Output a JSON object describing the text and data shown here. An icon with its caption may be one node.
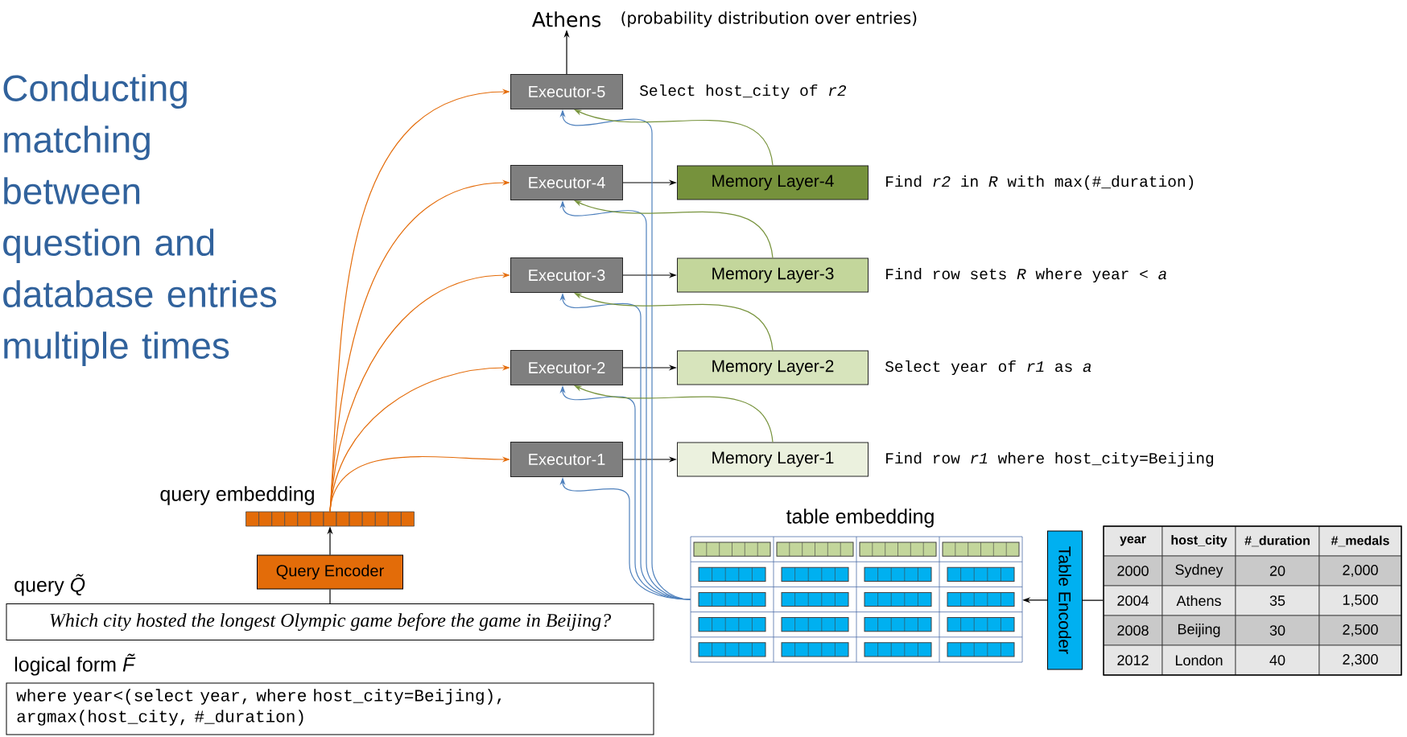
{
  "diagram": {
    "nodes": [
      {
        "text": [
          "Athens"
        ],
        "beside": [
          "(probability distribution over entries)"
        ]
      },
      {
        "text": [
          "Executor-5"
        ],
        "beside": [
          "Select host_city of *r2*"
        ]
      },
      {
        "text": [
          "Executor-4"
        ]
      },
      {
        "text": [
          "Memory Layer-4"
        ],
        "beside": [
          "Find *r2* in *R* with max(#_duration)"
        ]
      },
      {
        "text": [
          "Executor-3"
        ]
      },
      {
        "text": [
          "Memory Layer-3"
        ],
        "beside": [
          "Find row sets *R* where year < *a*"
        ]
      },
      {
        "text": [
          "Executor-2"
        ]
      },
      {
        "text": [
          "Memory Layer-2"
        ],
        "beside": [
          "Select year of *r1* as *a*"
        ]
      },
      {
        "text": [
          "Executor-1"
        ]
      },
      {
        "text": [
          "Memory Layer-1"
        ],
        "beside": [
          "Find row *r1* where host_city=Beijing"
        ]
      },
      {
        "text": [
          "query embedding"
        ]
      },
      {
        "text": [
          "table embedding"
        ]
      },
      {
        "text": [
          "Query Encoder"
        ]
      },
      {
        "text": [
          "Table Encoder"
        ]
      },
      {
        "text": [],
        "shape": "table"
      },
      {
        "text": [
          "query *Q̃*",
          "Which city hosted the longest Olympic game before the game in Beijing?"
        ]
      },
      {
        "text": [
          "logical form *F̃*",
          "where year<(select year, where host_city=Beijing), argmax(host_city, #_duration)"
        ]
      }
    ],
    "edges": [
      {
        "from": 1,
        "to": 0,
        "arrow": "to"
      },
      {
        "from": 2,
        "to": 3,
        "arrow": "to"
      },
      {
        "from": 4,
        "to": 5,
        "arrow": "to"
      },
      {
        "from": 6,
        "to": 7,
        "arrow": "to"
      },
      {
        "from": 8,
        "to": 9,
        "arrow": "to"
      },
      {
        "from": 10,
        "to": 1,
        "arrow": "to",
        "color": "#e46c0a"
      },
      {
        "from": 10,
        "to": 2,
        "arrow": "to",
        "color": "#e46c0a"
      },
      {
        "from": 10,
        "to": 4,
        "arrow": "to",
        "color": "#e46c0a"
      },
      {
        "from": 10,
        "to": 6,
        "arrow": "to",
        "color": "#e46c0a"
      },
      {
        "from": 10,
        "to": 8,
        "arrow": "to",
        "color": "#e46c0a"
      },
      {
        "from": 11,
        "to": 8,
        "arrow": "to",
        "color": "#4f81bd"
      },
      {
        "from": 11,
        "to": 6,
        "arrow": "to",
        "color": "#4f81bd"
      },
      {
        "from": 11,
        "to": 4,
        "arrow": "to",
        "color": "#4f81bd"
      },
      {
        "from": 11,
        "to": 2,
        "arrow": "to",
        "color": "#4f81bd"
      },
      {
        "from": 11,
        "to": 1,
        "arrow": "to",
        "color": "#4f81bd"
      },
      {
        "from": 9,
        "to": 6,
        "arrow": "to",
        "color": "#77933c"
      },
      {
        "from": 7,
        "to": 4,
        "arrow": "to",
        "color": "#77933c"
      },
      {
        "from": 5,
        "to": 2,
        "arrow": "to",
        "color": "#77933c"
      },
      {
        "from": 3,
        "to": 1,
        "arrow": "to",
        "color": "#77933c"
      },
      {
        "from": 12,
        "to": 10,
        "arrow": "to"
      },
      {
        "from": 15,
        "to": 12,
        "arrow": "none"
      },
      {
        "from": 14,
        "to": 13,
        "arrow": "none"
      },
      {
        "from": 13,
        "to": 11,
        "arrow": "to"
      }
    ],
    "labels": [
      "Conducting matching between question and database entries multiple times",
      "year",
      "host_city",
      "#_duration",
      "#_medals",
      "2000",
      "Sydney",
      "20",
      "2,000",
      "2004",
      "Athens",
      "35",
      "1,500",
      "2008",
      "Beijing",
      "30",
      "2,500",
      "2012",
      "London",
      "40",
      "2,300"
    ]
  }
}
